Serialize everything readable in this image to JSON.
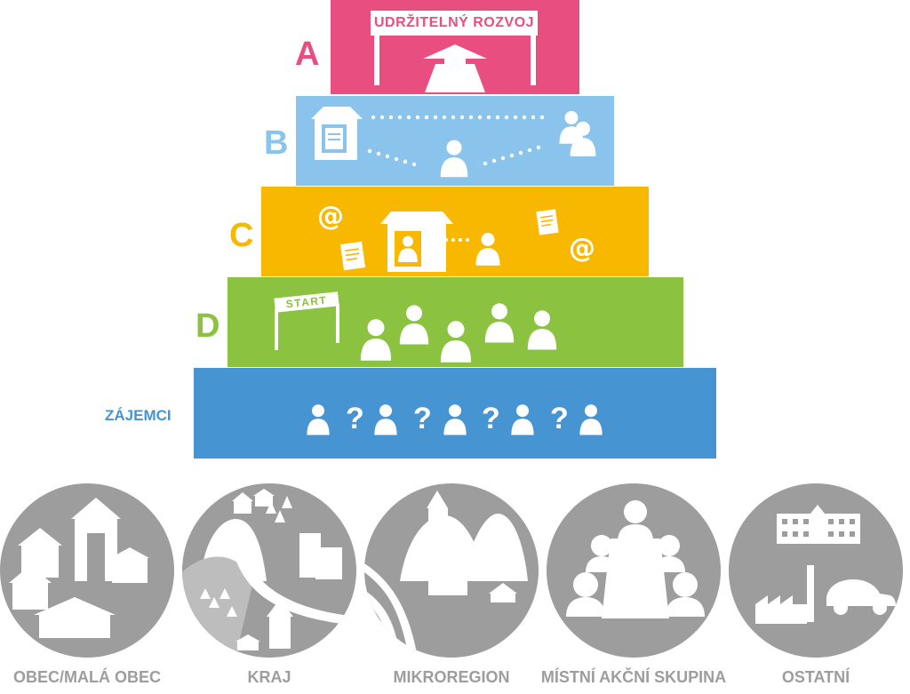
{
  "pyramid": {
    "tiers": [
      {
        "letter": "A",
        "color": "#e84e7f"
      },
      {
        "letter": "B",
        "color": "#8ac4ec"
      },
      {
        "letter": "C",
        "color": "#f9b800"
      },
      {
        "letter": "D",
        "color": "#8bc240"
      }
    ],
    "base": {
      "label": "ZÁJEMCI",
      "color": "#4694d1"
    },
    "sign_text": "UDRŽITELNÝ ROZVOJ",
    "start_text": "START",
    "question_mark": "?",
    "at_symbol": "@"
  },
  "categories": [
    {
      "label": "OBEC/MALÁ OBEC"
    },
    {
      "label": "KRAJ"
    },
    {
      "label": "MIKROREGION"
    },
    {
      "label": "MÍSTNÍ AKČNÍ SKUPINA"
    },
    {
      "label": "OSTATNÍ"
    }
  ],
  "colors": {
    "circle": "#9d9d9d",
    "icon": "#ffffff"
  }
}
